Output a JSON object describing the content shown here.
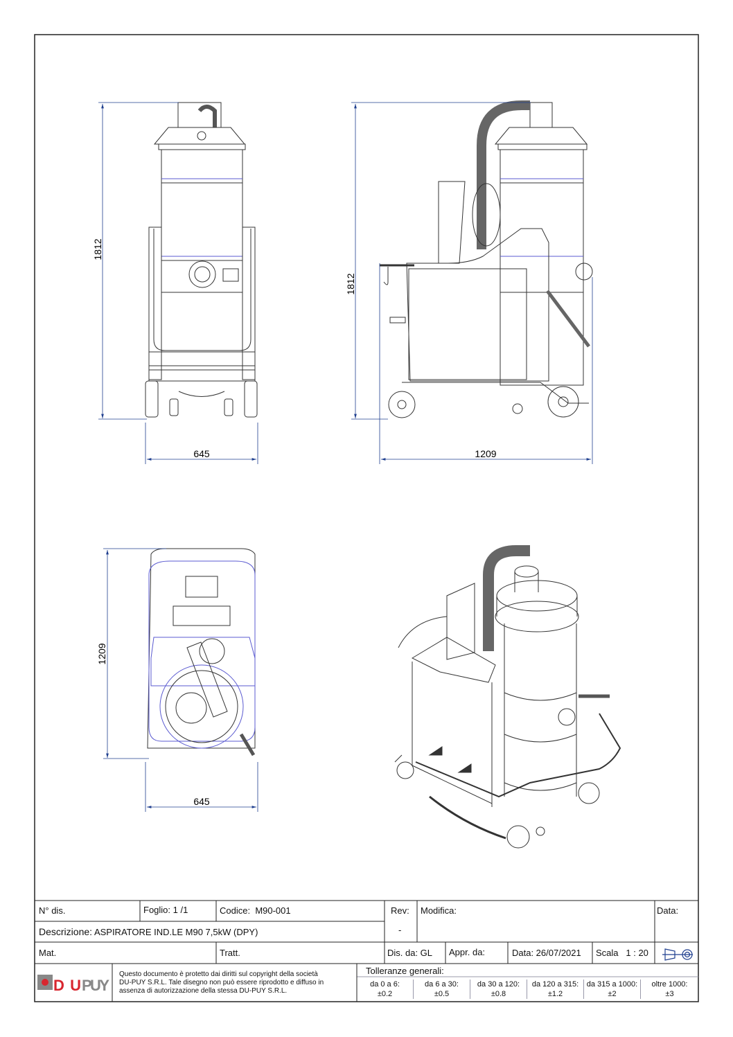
{
  "dimensions": {
    "front_height": "1812",
    "front_width": "645",
    "side_height": "1812",
    "side_length": "1209",
    "top_length": "1209",
    "top_width": "645"
  },
  "title_block": {
    "drawing_no_label": "N° dis.",
    "sheet_label": "Foglio:",
    "sheet_value": "1 /1",
    "code_label": "Codice:",
    "code_value": "M90-001",
    "rev_label": "Rev:",
    "rev_value": "-",
    "modification_label": "Modifica:",
    "date_header_label": "Data:",
    "description_label": "Descrizione:",
    "description_value": "ASPIRATORE IND.LE M90 7,5kW (DPY)",
    "material_label": "Mat.",
    "treatment_label": "Tratt.",
    "drawn_by": "Dis. da: GL",
    "approved_by": "Appr. da:",
    "date": "Data: 26/07/2021",
    "scale_label": "Scala",
    "scale_value": "1 : 20",
    "logo_text": "DU-PUY",
    "copyright": [
      "Questo documento è protetto dai diritti sul copyright della società",
      "DU-PUY S.R.L. Tale disegno non può essere riprodotto e diffuso in",
      "assenza di autorizzazione della stessa DU-PUY S.R.L."
    ],
    "tolerances_label": "Tolleranze generali:",
    "tolerances": [
      {
        "range": "da 0 a 6:",
        "value": "±0.2"
      },
      {
        "range": "da 6 a 30:",
        "value": "±0.5"
      },
      {
        "range": "da 30 a 120:",
        "value": "±0.8"
      },
      {
        "range": "da 120 a 315:",
        "value": "±1.2"
      },
      {
        "range": "da 315 a 1000:",
        "value": "±2"
      },
      {
        "range": "oltre 1000:",
        "value": "±3"
      }
    ]
  },
  "colors": {
    "line": "#222222",
    "dimension": "#1f3f8f",
    "hidden": "#5a5ad0",
    "logo_red": "#d8262f",
    "logo_grey": "#777777"
  }
}
